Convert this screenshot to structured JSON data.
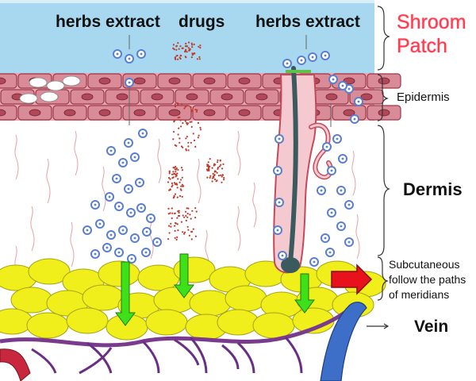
{
  "labels": {
    "herbs_left": "herbs extract",
    "drugs": "drugs",
    "herbs_right": "herbs extract",
    "patch_line1": "Shroom",
    "patch_line2": "Patch",
    "epidermis": "Epidermis",
    "dermis": "Dermis",
    "subcutaneous_line1": "Subcutaneous",
    "subcutaneous_line2": "follow the paths",
    "subcutaneous_line3": "of meridians",
    "vein": "Vein"
  },
  "colors": {
    "patch_layer": "#a8d8ef",
    "epidermis_cell": "#d98b98",
    "fat_cell": "#f0ef1c",
    "down_arrow": "#3ee01a",
    "right_arrow": "#e8121c",
    "vein_blue": "#3d6fc8",
    "artery_red": "#c8283e",
    "hair": "#3b5a5e",
    "particle": "#5a7fd0",
    "drug_particle": "#c0392b",
    "patch_title": "#ff3b4f"
  },
  "icons": {
    "herb_particle": "blue-ring-circle",
    "drug_particle": "red-dot",
    "absorption_arrow": "green-down-arrow",
    "meridian_arrow": "red-right-arrow"
  }
}
